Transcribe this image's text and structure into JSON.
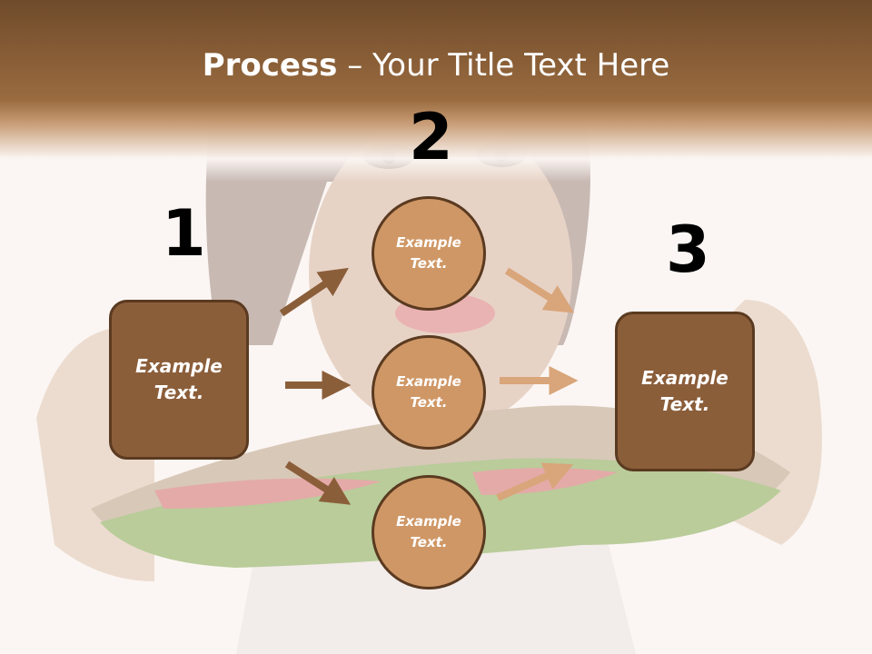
{
  "title": {
    "bold": "Process",
    "rest": " – Your Title Text Here"
  },
  "steps": {
    "one": {
      "number": "1",
      "label": "Example\nText."
    },
    "two": {
      "number": "2"
    },
    "three": {
      "number": "3",
      "label": "Example\nText."
    }
  },
  "circles": [
    {
      "label": "Example\nText."
    },
    {
      "label": "Example\nText."
    },
    {
      "label": "Example\nText."
    }
  ],
  "colors": {
    "header": "#7a522f",
    "box": "#8b5e3a",
    "circle": "#cf9766",
    "arrow_dark": "#8b5e3a",
    "arrow_light": "#d9a57a"
  }
}
